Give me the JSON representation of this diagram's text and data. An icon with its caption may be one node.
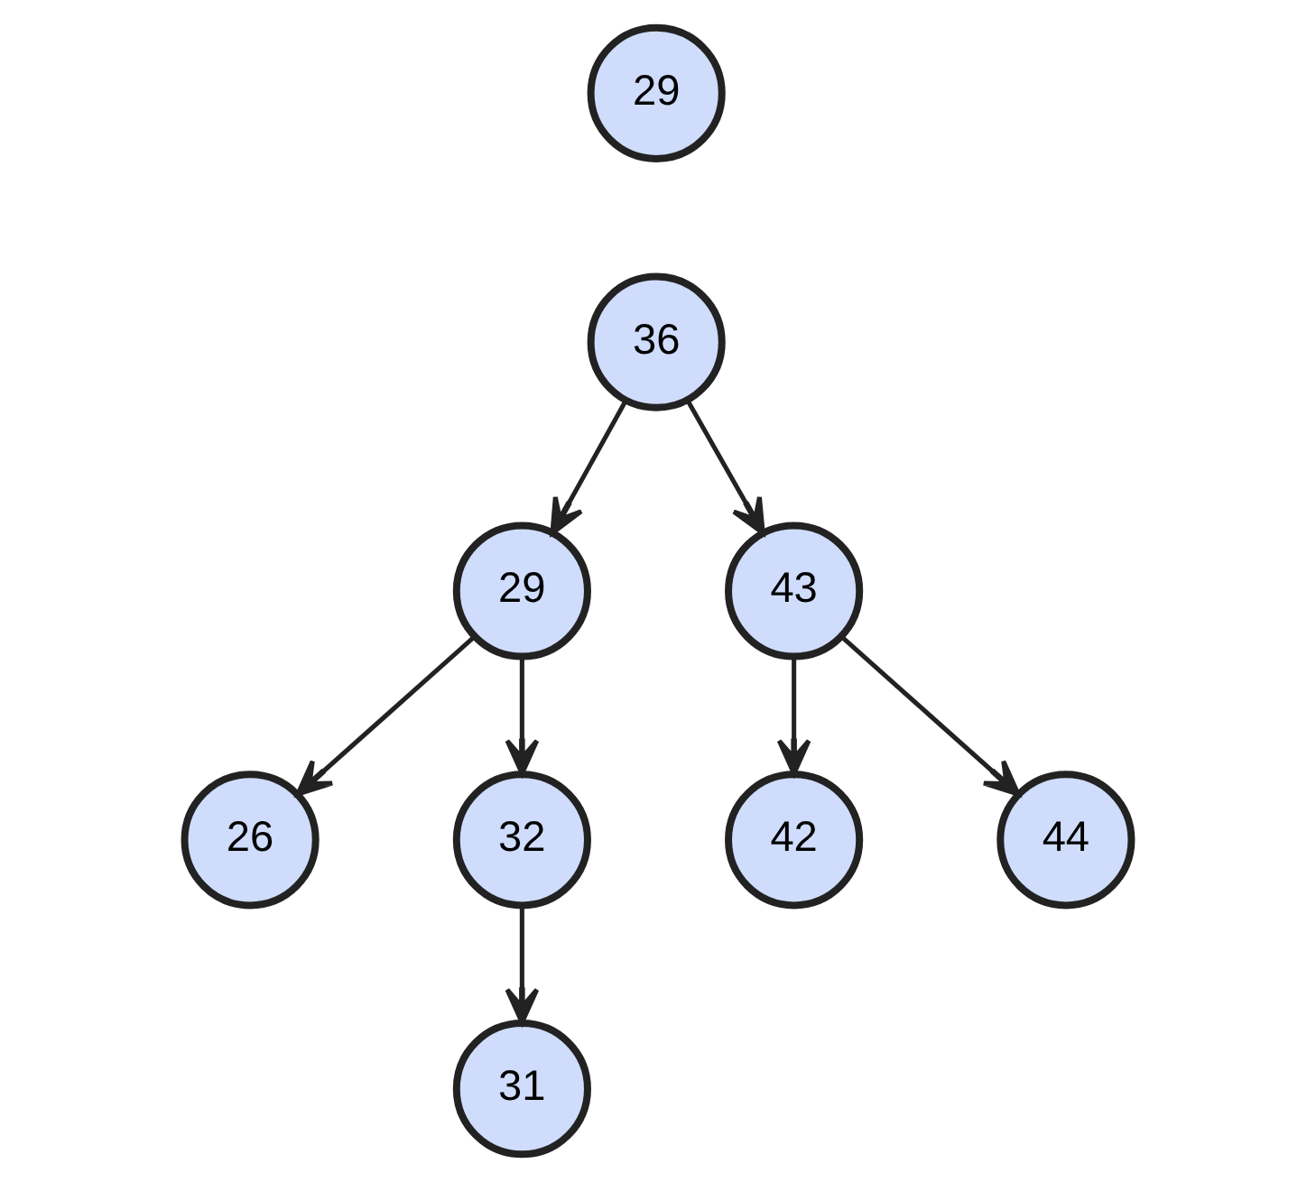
{
  "diagram": {
    "nodes": [
      {
        "text": [
          "29"
        ]
      },
      {
        "text": [
          "36"
        ]
      },
      {
        "text": [
          "29"
        ]
      },
      {
        "text": [
          "43"
        ]
      },
      {
        "text": [
          "26"
        ]
      },
      {
        "text": [
          "32"
        ]
      },
      {
        "text": [
          "42"
        ]
      },
      {
        "text": [
          "44"
        ]
      },
      {
        "text": [
          "31"
        ]
      }
    ],
    "edges": [
      {
        "from": 1,
        "to": 2,
        "arrow": "to"
      },
      {
        "from": 1,
        "to": 3,
        "arrow": "to"
      },
      {
        "from": 2,
        "to": 4,
        "arrow": "to"
      },
      {
        "from": 2,
        "to": 5,
        "arrow": "to"
      },
      {
        "from": 3,
        "to": 6,
        "arrow": "to"
      },
      {
        "from": 3,
        "to": 7,
        "arrow": "to"
      },
      {
        "from": 5,
        "to": 8,
        "arrow": "to"
      }
    ]
  }
}
